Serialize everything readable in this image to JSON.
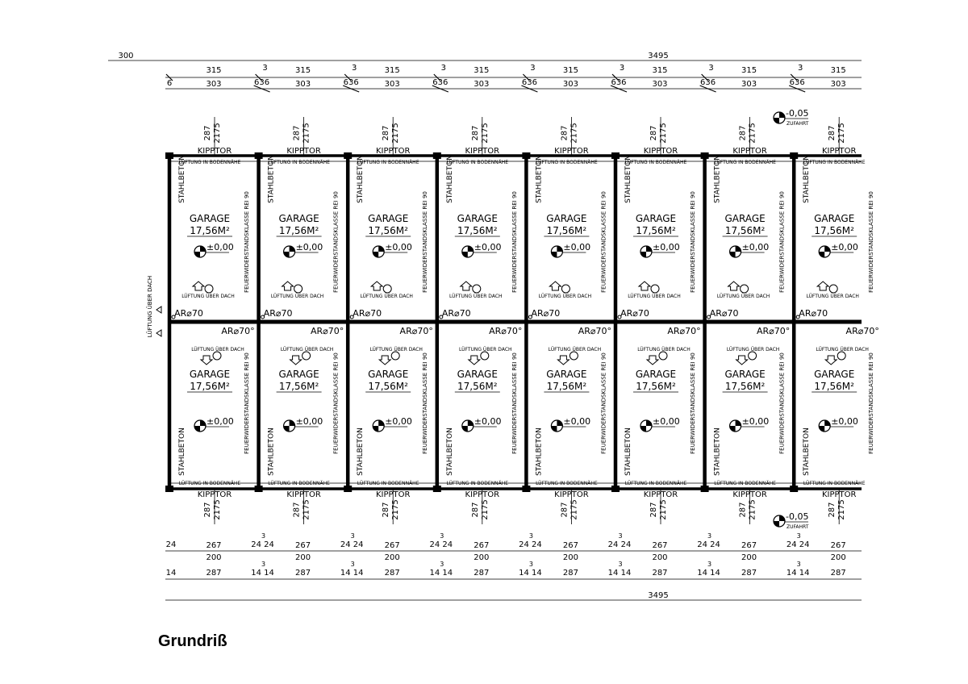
{
  "title": "Grundriß",
  "dimensions": {
    "left_offset": "300",
    "total_width": "3495",
    "top_row1": {
      "bay": "315",
      "gap": "3"
    },
    "top_row2": {
      "start": "6",
      "bay": "303",
      "joint": "636"
    },
    "bottom_row1": {
      "edge": "24",
      "bay": "267",
      "joint": "24 24",
      "joint_sup": "3"
    },
    "bottom_row2": {
      "inner": "200"
    },
    "bottom_row3": {
      "edge": "14",
      "bay": "287",
      "joint": "14 14",
      "joint_sup": "3"
    }
  },
  "door": {
    "label": "KIPPTOR",
    "width": "287",
    "height": "2175",
    "vent_low": "LÜFTUNG IN BODENNÄHE"
  },
  "garage": {
    "label": "GARAGE",
    "area": "17,56M²",
    "level": "±0,00",
    "vent_roof": "LÜFTUNG ÜBER DACH",
    "ar": "AR⌀70",
    "ar_deg": "AR⌀70°"
  },
  "walls": {
    "concrete": "STAHLBETON",
    "fire": "FEUERWIDERSTANDSKLASSE REI 90"
  },
  "driveway": {
    "level": "-0,05",
    "label": "ZUFAHRT"
  },
  "side_vent": "LÜFTUNG ÜBER DACH"
}
